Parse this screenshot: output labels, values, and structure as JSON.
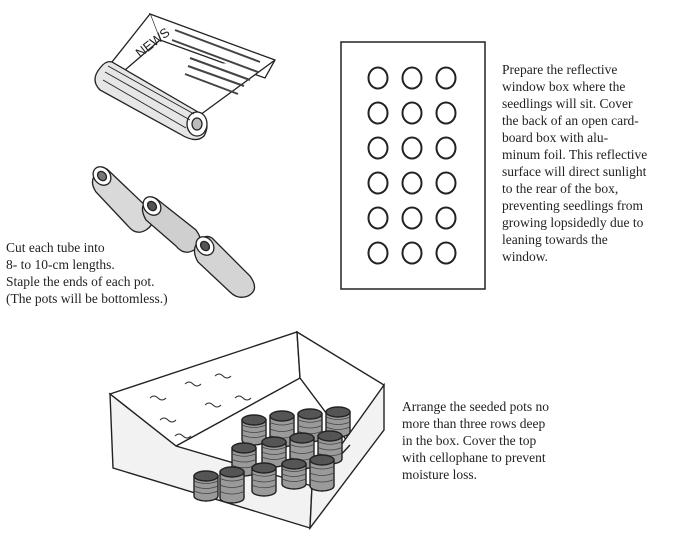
{
  "captions": {
    "cut": [
      "Cut each tube into",
      "8- to 10-cm lengths.",
      "Staple the ends of each pot.",
      "(The pots will be bottomless.)"
    ],
    "reflect": [
      "Prepare the reflective",
      "window box where the",
      "seedlings will sit. Cover",
      "the back of an open card-",
      "board box with alu-",
      "minum foil. This reflective",
      "surface will direct sunlight",
      "to the rear of the box,",
      "preventing seedlings from",
      "growing lopsidedly due to",
      "leaning towards the",
      "window."
    ],
    "arrange": [
      "Arrange the seeded pots no",
      "more than three rows deep",
      "in the box. Cover the top",
      "with cellophane to prevent",
      "moisture loss."
    ]
  },
  "newspaper": {
    "masthead": "NEWS"
  }
}
